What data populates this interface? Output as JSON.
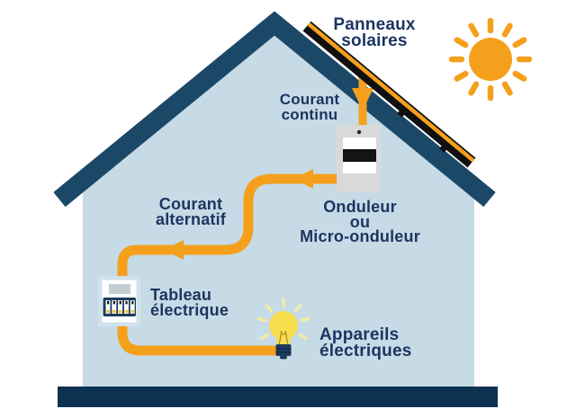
{
  "labels": {
    "solar_panels": {
      "lines": [
        "Panneaux",
        "solaires"
      ]
    },
    "dc_current": {
      "lines": [
        "Courant",
        "continu"
      ]
    },
    "inverter": {
      "lines": [
        "Onduleur",
        "ou",
        "Micro-onduleur"
      ]
    },
    "ac_current": {
      "lines": [
        "Courant",
        "alternatif"
      ]
    },
    "electrical_panel": {
      "lines": [
        "Tableau",
        "électrique"
      ]
    },
    "appliances": {
      "lines": [
        "Appareils",
        "électriques"
      ]
    }
  },
  "colors": {
    "orange": "#F5A01D",
    "roof": "#1C4868",
    "foundation": "#0D3150",
    "wall": "#C6DBE6",
    "text": "#1D3560",
    "panelBlack": "#101010",
    "deviceGray": "#D9D9D9",
    "screenBlack": "#141414",
    "boxBorder": "#D0E2EA",
    "boxGray": "#C3CDD3",
    "stripNavy": "#1E3B5B",
    "breakerYellow": "#E8C94B",
    "bulbYellow": "#F6DF4C",
    "ray": "#F5ECA0"
  }
}
